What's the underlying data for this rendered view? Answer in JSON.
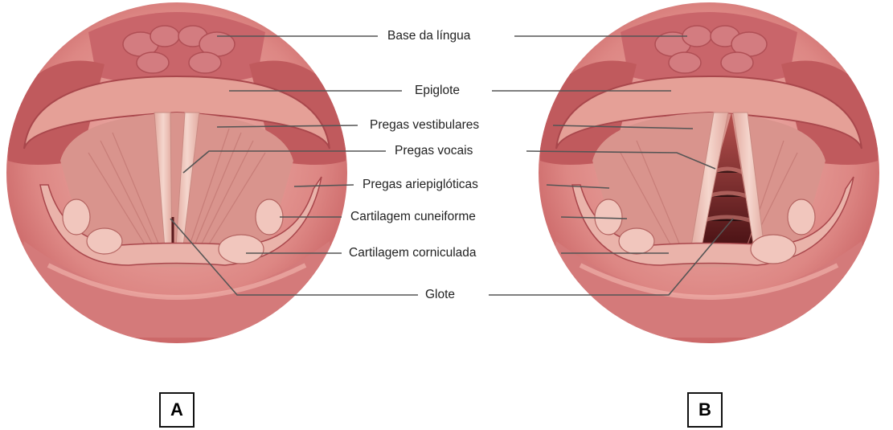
{
  "labels": {
    "base_lingua": "Base da língua",
    "epiglote": "Epiglote",
    "pregas_vestibulares": "Pregas vestibulares",
    "pregas_vocais": "Pregas vocais",
    "pregas_ariepigloticas": "Pregas ariepiglóticas",
    "cartilagem_cuneiforme": "Cartilagem cuneiforme",
    "cartilagem_corniculada": "Cartilagem corniculada",
    "glote": "Glote"
  },
  "panels": {
    "a": "A",
    "b": "B"
  },
  "colors": {
    "tissue_outer": "#c75e5f",
    "tissue_mid": "#e7a19b",
    "tissue_light": "#f3cbc3",
    "fold": "#e6b7ae",
    "dark_airway": "#4a0f12",
    "leader_line": "#555555"
  }
}
